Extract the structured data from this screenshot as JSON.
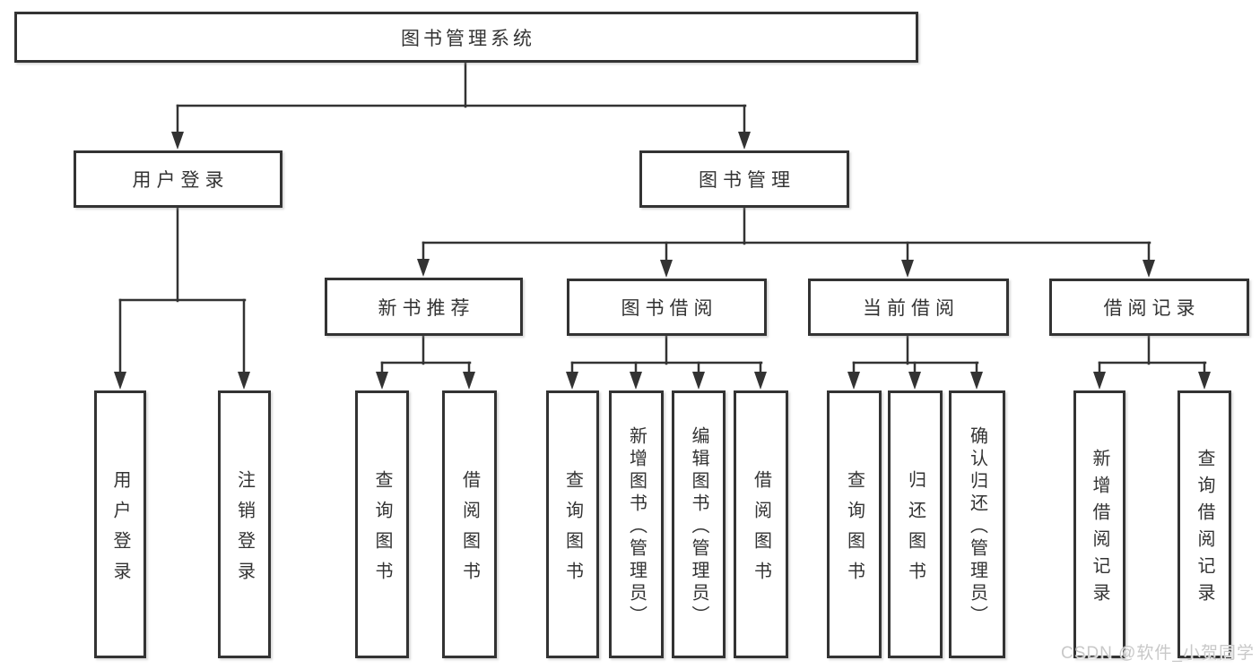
{
  "colors": {
    "line": "#333333",
    "text": "#333333",
    "box_background": "#ffffff",
    "watermark": "#c8c8c8"
  },
  "watermark": "CSDN @软件_小贺同学",
  "tree": {
    "root": "图书管理系统",
    "branches": [
      {
        "label": "用户登录",
        "children": [
          "用户登录",
          "注销登录"
        ]
      },
      {
        "label": "图书管理",
        "sections": [
          {
            "label": "新书推荐",
            "children": [
              "查询图书",
              "借阅图书"
            ]
          },
          {
            "label": "图书借阅",
            "children": [
              "查询图书",
              "新增图书（管理员）",
              "编辑图书（管理员）",
              "借阅图书"
            ]
          },
          {
            "label": "当前借阅",
            "children": [
              "查询图书",
              "归还图书",
              "确认归还（管理员）"
            ]
          },
          {
            "label": "借阅记录",
            "children": [
              "新增借阅记录",
              "查询借阅记录"
            ]
          }
        ]
      }
    ]
  }
}
